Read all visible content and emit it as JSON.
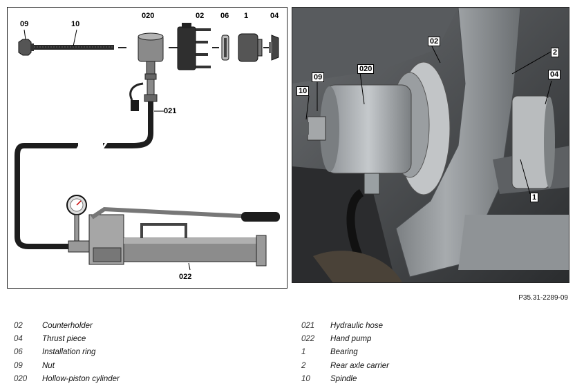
{
  "left_labels": [
    {
      "id": "l09",
      "text": "09"
    },
    {
      "id": "l10",
      "text": "10"
    },
    {
      "id": "l020",
      "text": "020"
    },
    {
      "id": "l02",
      "text": "02"
    },
    {
      "id": "l06",
      "text": "06"
    },
    {
      "id": "l1",
      "text": "1"
    },
    {
      "id": "l04",
      "text": "04"
    },
    {
      "id": "l021",
      "text": "021"
    },
    {
      "id": "l022",
      "text": "022"
    }
  ],
  "right_labels": [
    {
      "id": "r02",
      "text": "02"
    },
    {
      "id": "r2",
      "text": "2"
    },
    {
      "id": "r020",
      "text": "020"
    },
    {
      "id": "r09",
      "text": "09"
    },
    {
      "id": "r04",
      "text": "04"
    },
    {
      "id": "r10",
      "text": "10"
    },
    {
      "id": "r1",
      "text": "1"
    }
  ],
  "figure_id": "P35.31-2289-09",
  "legend_left": [
    {
      "code": "02",
      "desc": "Counterholder"
    },
    {
      "code": "04",
      "desc": "Thrust piece"
    },
    {
      "code": "06",
      "desc": "Installation ring"
    },
    {
      "code": "09",
      "desc": "Nut"
    },
    {
      "code": "020",
      "desc": "Hollow-piston cylinder"
    }
  ],
  "legend_right": [
    {
      "code": "021",
      "desc": "Hydraulic hose"
    },
    {
      "code": "022",
      "desc": "Hand pump"
    },
    {
      "code": "1",
      "desc": "Bearing"
    },
    {
      "code": "2",
      "desc": "Rear axle carrier"
    },
    {
      "code": "10",
      "desc": "Spindle"
    }
  ]
}
